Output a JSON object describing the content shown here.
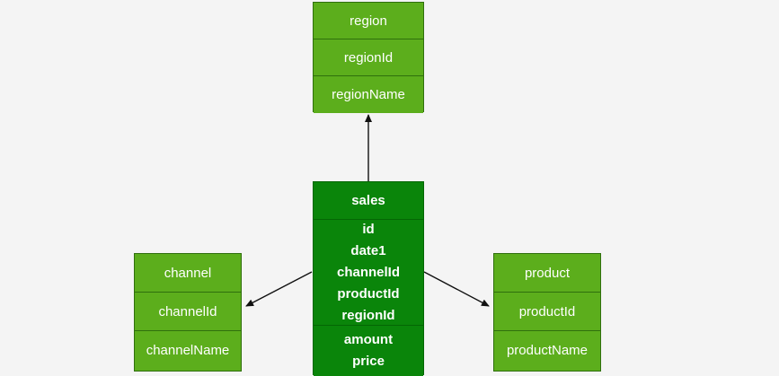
{
  "diagram": {
    "title": "star-schema-er-diagram",
    "background_color": "#f4f4f4",
    "colors": {
      "dimension_fill": "#5cae1c",
      "dimension_border": "#2f6f0d",
      "fact_fill": "#0a850a",
      "fact_border": "#046604",
      "text": "#ffffff",
      "connector": "#000000"
    }
  },
  "entities": {
    "region": {
      "name": "region",
      "fields": [
        "regionId",
        "regionName"
      ]
    },
    "sales": {
      "name": "sales",
      "keys": [
        "id",
        "date1",
        "channelId",
        "productId",
        "regionId"
      ],
      "measures": [
        "amount",
        "price"
      ]
    },
    "channel": {
      "name": "channel",
      "fields": [
        "channelId",
        "channelName"
      ]
    },
    "product": {
      "name": "product",
      "fields": [
        "productId",
        "productName"
      ]
    }
  },
  "relationships": [
    {
      "id": "sales-to-region",
      "from": "sales",
      "to": "region",
      "label": ""
    },
    {
      "id": "sales-to-channel",
      "from": "sales",
      "to": "channel",
      "label": ""
    },
    {
      "id": "sales-to-product",
      "from": "sales",
      "to": "product",
      "label": ""
    }
  ]
}
